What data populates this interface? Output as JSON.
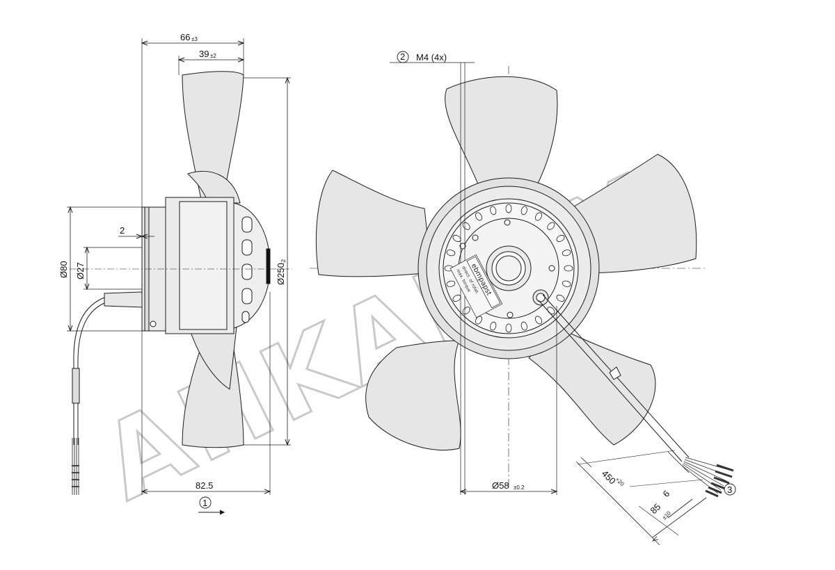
{
  "watermark": {
    "text": "AHKADPY"
  },
  "side_view": {
    "dims": {
      "d66": "66",
      "d66_tol": "±3",
      "d39": "39",
      "d39_tol": "±2",
      "d2": "2",
      "d80": "Ø80",
      "d27": "Ø27",
      "d250": "Ø250",
      "d250_tol": "-2",
      "d82_5": "82.5"
    },
    "callout_1": "1"
  },
  "front_view": {
    "callout_2": "2",
    "thread_label": "M4 (4x)",
    "d58": "Ø58",
    "d58_tol": "±0.2",
    "d450": "450",
    "d450_tol": "+20",
    "d6": "6",
    "d85": "85",
    "d85_tol": "±10",
    "callout_3": "3",
    "hub_brand": "ebmpapst",
    "hub_label_lines": [
      "direct. of rotat.",
      "max. torque"
    ]
  },
  "colors": {
    "fan_fill": "#e6e6e6",
    "line": "#1a1a1a",
    "watermark": "#c9c9c9"
  }
}
